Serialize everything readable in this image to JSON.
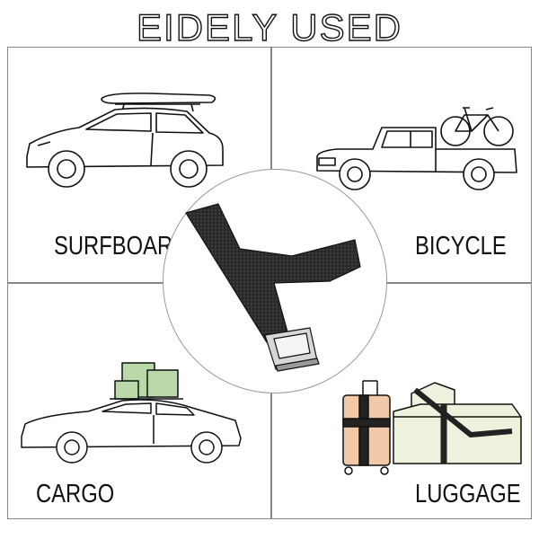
{
  "title": "EIDELY USED",
  "panels": {
    "top_left": {
      "label": "SURFBOARD",
      "icon": "car-with-surfboard-icon"
    },
    "top_right": {
      "label": "BICYCLE",
      "icon": "pickup-with-bicycle-icon"
    },
    "bottom_left": {
      "label": "CARGO",
      "icon": "sedan-with-roof-cargo-icon"
    },
    "bottom_right": {
      "label": "LUGGAGE",
      "icon": "strapped-luggage-icon"
    }
  },
  "center": {
    "icon": "cam-buckle-strap-icon"
  },
  "colors": {
    "outline": "#111111",
    "cargo_box": "#b9d9a8",
    "suitcase": "#f2c9a8",
    "bag": "#eef1dc",
    "strap": "#222222"
  }
}
